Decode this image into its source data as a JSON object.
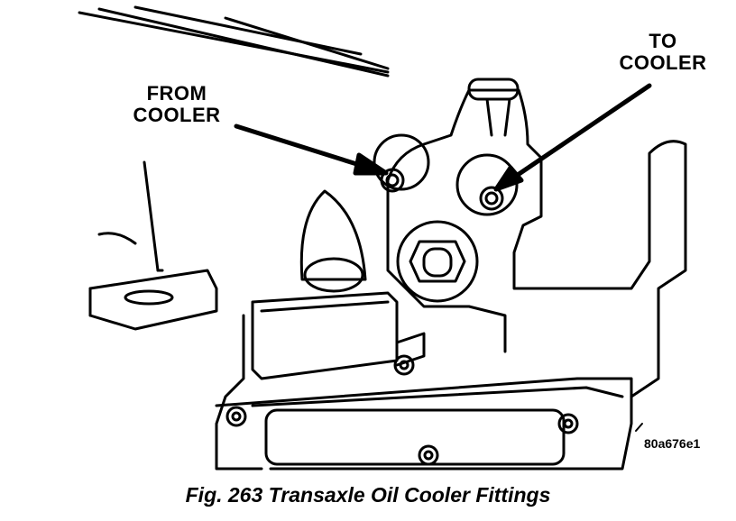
{
  "labels": {
    "from_cooler": [
      "FROM",
      "COOLER"
    ],
    "to_cooler": [
      "TO",
      "COOLER"
    ]
  },
  "figure_code": "80a676e1",
  "caption": "Fig. 263 Transaxle Oil Cooler Fittings"
}
